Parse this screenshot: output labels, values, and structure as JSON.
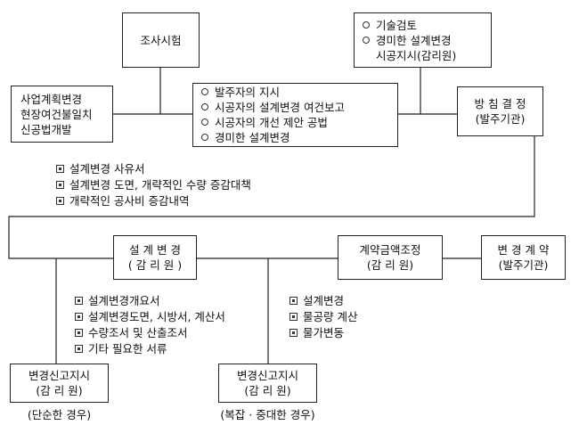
{
  "nodes": {
    "survey": {
      "line1": "조사시험"
    },
    "causes": {
      "lines": [
        "사업계획변경",
        "현장여건불일치",
        "신공법개발"
      ]
    },
    "reasons": {
      "items": [
        "발주자의 지시",
        "시공자의 설계변경 여건보고",
        "시공자의 개선 제안 공법",
        "경미한 설계변경"
      ]
    },
    "review": {
      "items": [
        "기술검토",
        "경미한 설계변경\n시공지시(감리원)"
      ]
    },
    "policy": {
      "line1": "방 침 결 정",
      "line2": "(발주기관)"
    },
    "design_change": {
      "line1": "설 계 변 경",
      "line2": "( 감 리 원 )"
    },
    "contract_adjust": {
      "line1": "계약금액조정",
      "line2": "(감 리 원)"
    },
    "contract_change": {
      "line1": "변 경 계 약",
      "line2": "(발주기관)"
    },
    "notice_simple": {
      "line1": "변경신고지시",
      "line2": "(감 리 원)",
      "caption": "(단순한 경우)"
    },
    "notice_complex": {
      "line1": "변경신고지시",
      "line2": "(감 리 원)",
      "caption": "(복잡 · 중대한 경우)"
    }
  },
  "notes": {
    "policy_docs": [
      "설계변경 사유서",
      "설계변경 도면, 개략적인 수량 증감대책",
      "개략적인 공사비 증감내역"
    ],
    "design_docs": [
      "설계변경개요서",
      "설계변경도면, 시방서, 계산서",
      "수량조서 및 산출조서",
      "기타 필요한 서류"
    ],
    "adjust_docs": [
      "설계변경",
      "물공량 계산",
      "물가변동"
    ]
  }
}
